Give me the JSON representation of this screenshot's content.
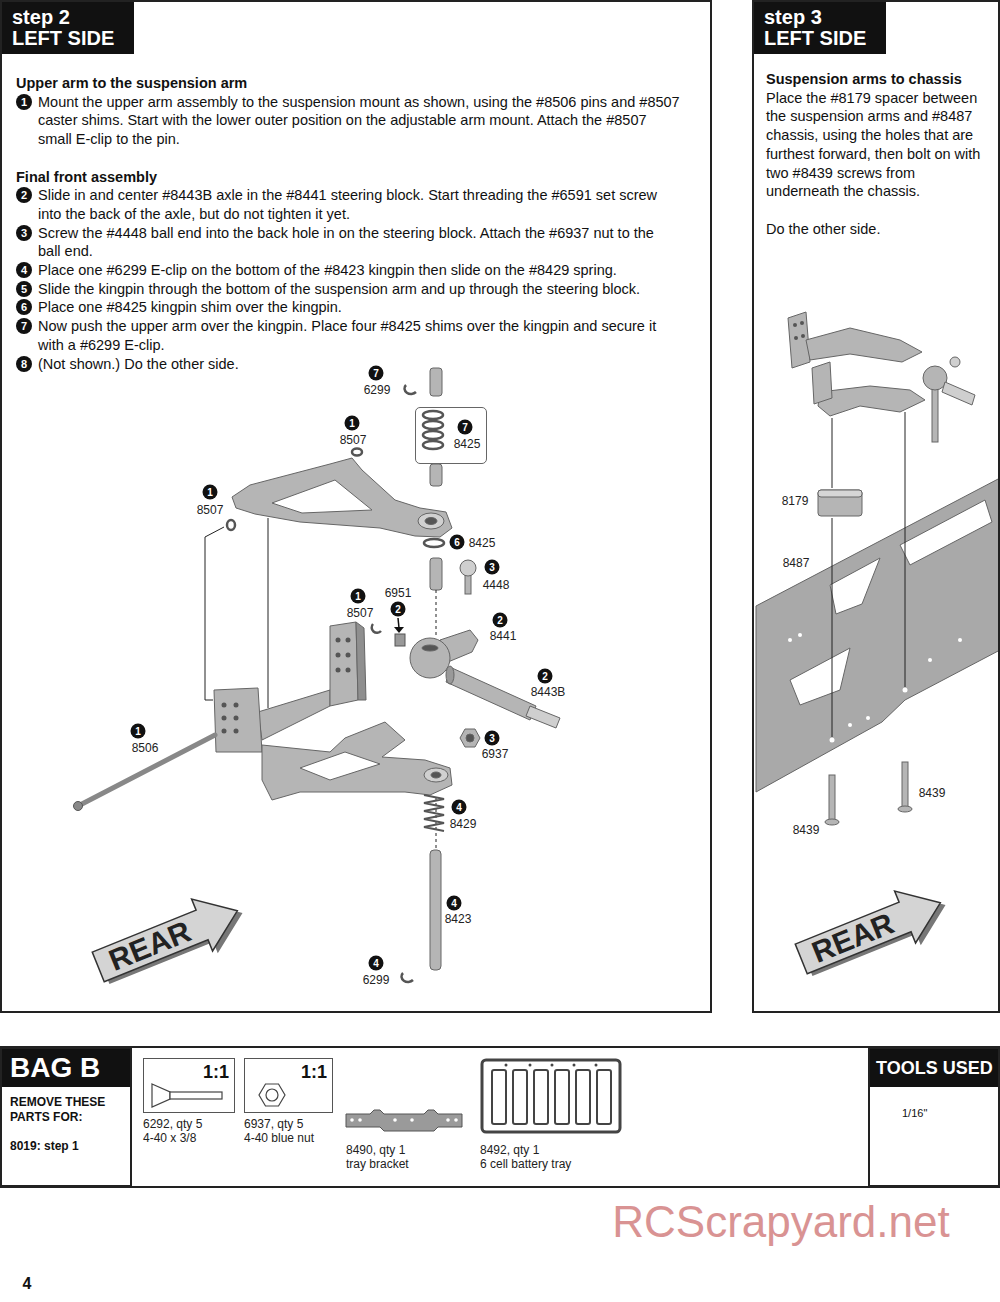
{
  "diagram": {
    "nodes": [
      {
        "text": [
          "Upper arm to the suspension arm",
          "Mount the upper arm assembly to the suspension mount as shown, using the #8506 pins and #8507 caster shims. Start with the lower outer position on the adjustable arm mount. Attach the #8507 small E-clip to the pin.",
          "Final front assembly",
          "Slide in and center #8443B axle in the #8441 steering block. Start threading the #6591 set screw into the back of the axle, but do not tighten it yet.",
          "Screw the #4448 ball end into the back hole in on the steering block. Attach the #6937 nut to the ball end.",
          "Place one #6299 E-clip on the bottom of the #8423 kingpin then slide on the #8429 spring.",
          "Slide the kingpin through the bottom of the suspension arm and up through the steering block.",
          "Place one #8425 kingpin shim over the kingpin.",
          "Now push the upper arm over the kingpin. Place four #8425 shims over the kingpin and secure it with a #6299 E-clip.",
          "(Not shown.) Do the other side."
        ]
      },
      {
        "text": [
          "step 2",
          "LEFT SIDE"
        ],
        "in": 0
      },
      {
        "text": [
          "7",
          "8425"
        ],
        "in": 0
      },
      {
        "text": [
          "Suspension arms to chassis",
          "Place the #8179 spacer between the suspension arms and #8487 chassis, using the holes that are furthest forward, then bolt on with two #8439 screws from underneath the chassis.",
          "Do the other side."
        ]
      },
      {
        "text": [
          "step 3",
          "LEFT SIDE"
        ],
        "in": 3
      },
      {
        "text": [
          "BAG B",
          "REMOVE THESE PARTS FOR:",
          "8019: step 1"
        ]
      },
      {
        "text": [
          "1:1"
        ]
      },
      {
        "text": [
          "1:1"
        ]
      },
      {
        "text": [
          "TOOLS USED",
          "1/16\""
        ]
      }
    ],
    "labels": [
      "1",
      "2",
      "3",
      "4",
      "5",
      "6",
      "7",
      "8",
      "7",
      "6299",
      "1",
      "8507",
      "1",
      "8507",
      "6",
      "8425",
      "3",
      "4448",
      "6951",
      "2",
      "1",
      "8507",
      "2",
      "8441",
      "2",
      "8443B",
      "1",
      "8506",
      "3",
      "6937",
      "4",
      "8429",
      "4",
      "8423",
      "4",
      "6299",
      "REAR",
      "8179",
      "8487",
      "8439",
      "8439",
      "REAR",
      "6292, qty 5",
      "4-40 x 3/8",
      "6937, qty 5",
      "4-40 blue nut",
      "8490, qty 1",
      "tray bracket",
      "8492, qty 1",
      "6 cell battery tray",
      "RCScrapyard.net",
      "4"
    ]
  }
}
